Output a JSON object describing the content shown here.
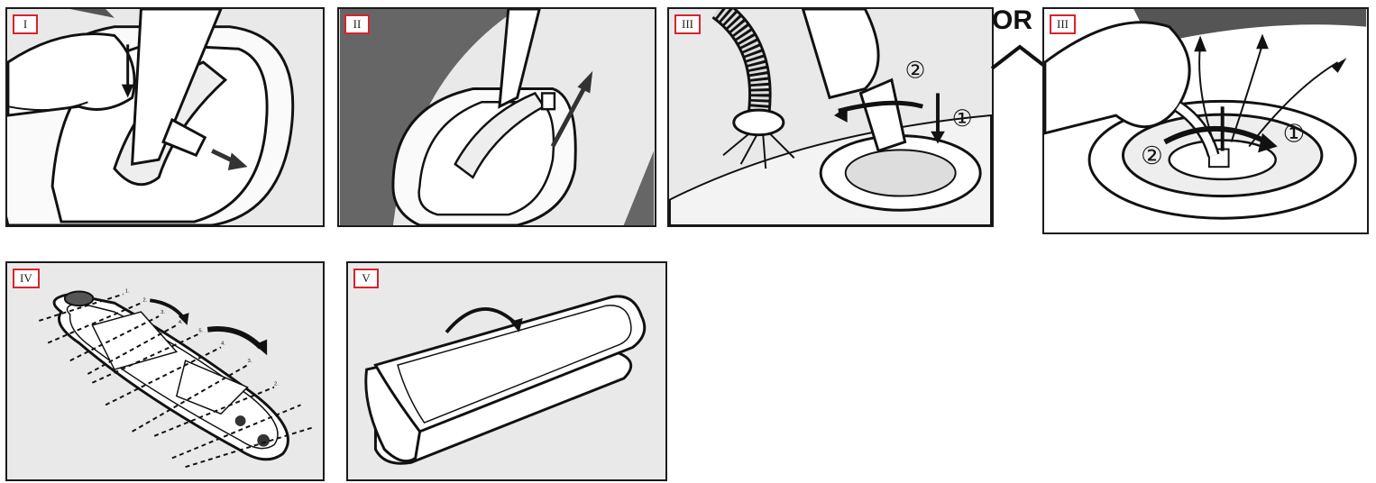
{
  "steps": [
    {
      "label": "I"
    },
    {
      "label": "II"
    },
    {
      "label": "III"
    },
    {
      "label": "III"
    },
    {
      "label": "IV"
    },
    {
      "label": "V"
    }
  ],
  "separator": "OR",
  "markers": {
    "one": "①",
    "two": "②"
  },
  "fold_numbers": [
    "1.",
    "2.",
    "3.",
    "4.",
    "5.",
    "4.",
    "3.",
    "2."
  ],
  "colors": {
    "badge_border": "#d9232d",
    "panel_bg": "#e9e9e9",
    "ink": "#1a1a1a"
  }
}
